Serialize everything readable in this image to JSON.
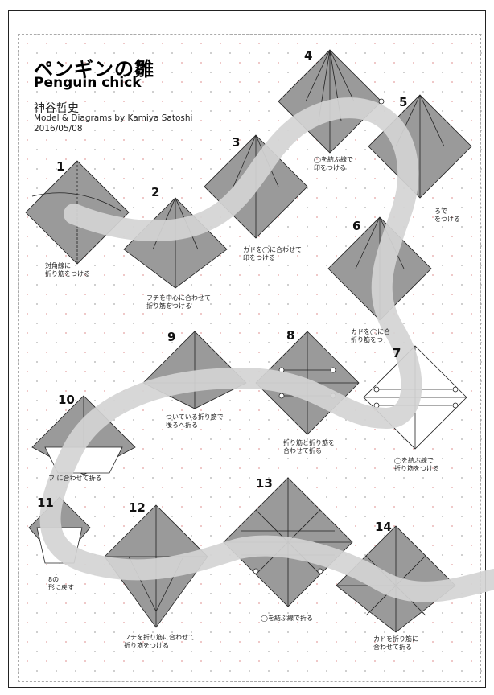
{
  "header": {
    "title_jp": "ペンギンの雛",
    "title_en": "Penguin chick",
    "author": "神谷哲史",
    "credit": "Model & Diagrams by Kamiya Satoshi",
    "date": "2016/05/08"
  },
  "steps": [
    {
      "num": "1",
      "caption_line1": "対角線に",
      "caption_line2": "折り筋をつける"
    },
    {
      "num": "2",
      "caption_line1": "フチを中心に合わせて",
      "caption_line2": "折り筋をつける"
    },
    {
      "num": "3",
      "caption_line1": "カドを◯に合わせて",
      "caption_line2": "印をつける"
    },
    {
      "num": "4",
      "caption_line1": "◯を結ぶ線で",
      "caption_line2": "印をつける"
    },
    {
      "num": "5",
      "caption_line1": "ろで",
      "caption_line2": "をつける"
    },
    {
      "num": "6",
      "caption_line1": "カドを◯に合",
      "caption_line2": "折り筋をつ"
    },
    {
      "num": "7",
      "caption_line1": "◯を結ぶ線で",
      "caption_line2": "折り筋をつける"
    },
    {
      "num": "8",
      "caption_line1": "折り筋と折り筋を",
      "caption_line2": "合わせて折る"
    },
    {
      "num": "9",
      "caption_line1": "ついている折り筋で",
      "caption_line2": "後ろへ折る"
    },
    {
      "num": "10",
      "caption_line1": "フ  に合わせて折る",
      "caption_line2": ""
    },
    {
      "num": "11",
      "caption_line1": "8の",
      "caption_line2": "形に戻す"
    },
    {
      "num": "12",
      "caption_line1": "フチを折り筋に合わせて",
      "caption_line2": "折り筋をつける"
    },
    {
      "num": "13",
      "caption_line1": "◯を結ぶ線で折る",
      "caption_line2": ""
    },
    {
      "num": "14",
      "caption_line1": "カドを折り筋に",
      "caption_line2": "合わせて折る"
    }
  ],
  "colors": {
    "paper": "#9a9a9a",
    "overlay": "#d4d4d4",
    "line": "#222222"
  }
}
